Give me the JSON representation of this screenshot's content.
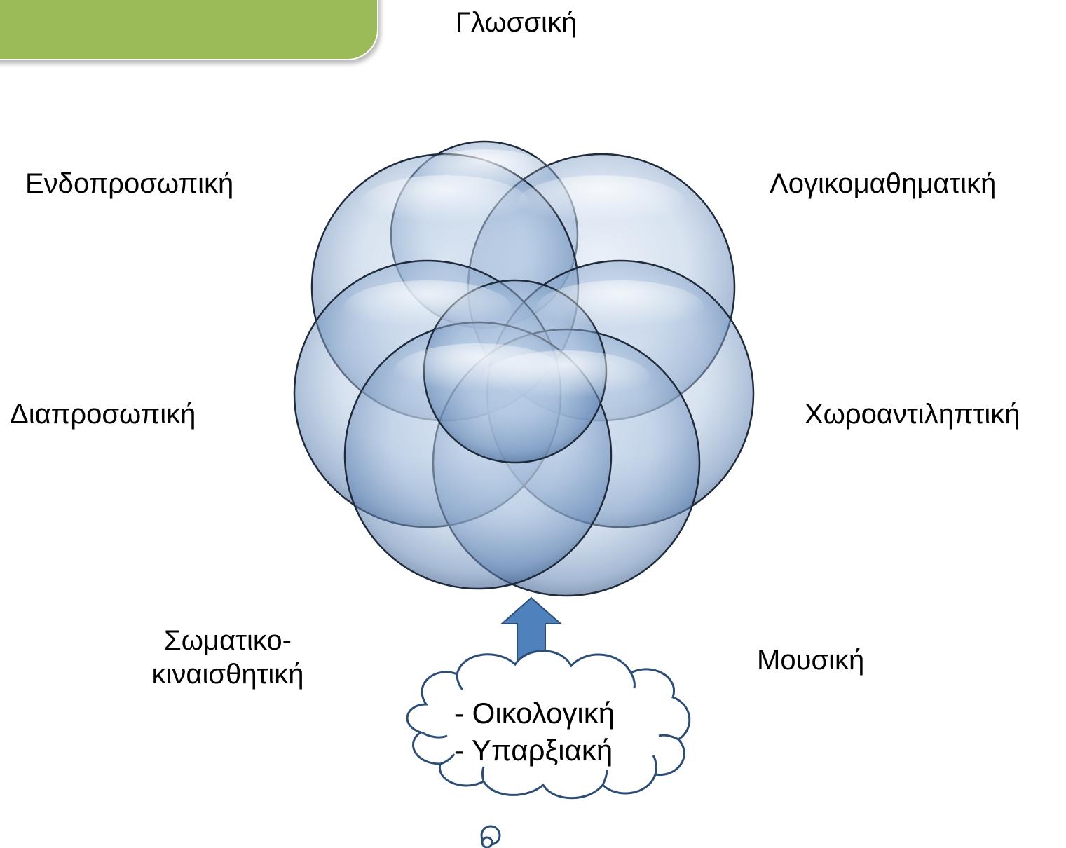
{
  "labels": {
    "top": "Γλωσσική",
    "top_right": "Λογικομαθηματική",
    "right": "Χωροαντιληπτική",
    "bottom_right": "Μουσική",
    "bottom_left_line1": "Σωματικο-",
    "bottom_left_line2": "κιναισθητική",
    "left": "Διαπροσωπική",
    "top_left": "Ενδοπροσωπική"
  },
  "cloud": {
    "line1": "- Οικολογική",
    "line2": "- Υπαρξιακή"
  },
  "colors": {
    "tab_green": "#9bbb59",
    "circle_fill": "#b8cde4",
    "circle_stroke": "#1f2a3a",
    "arrow_fill": "#4f81bd",
    "arrow_stroke": "#2c4d75",
    "cloud_stroke": "#2c4d75"
  }
}
